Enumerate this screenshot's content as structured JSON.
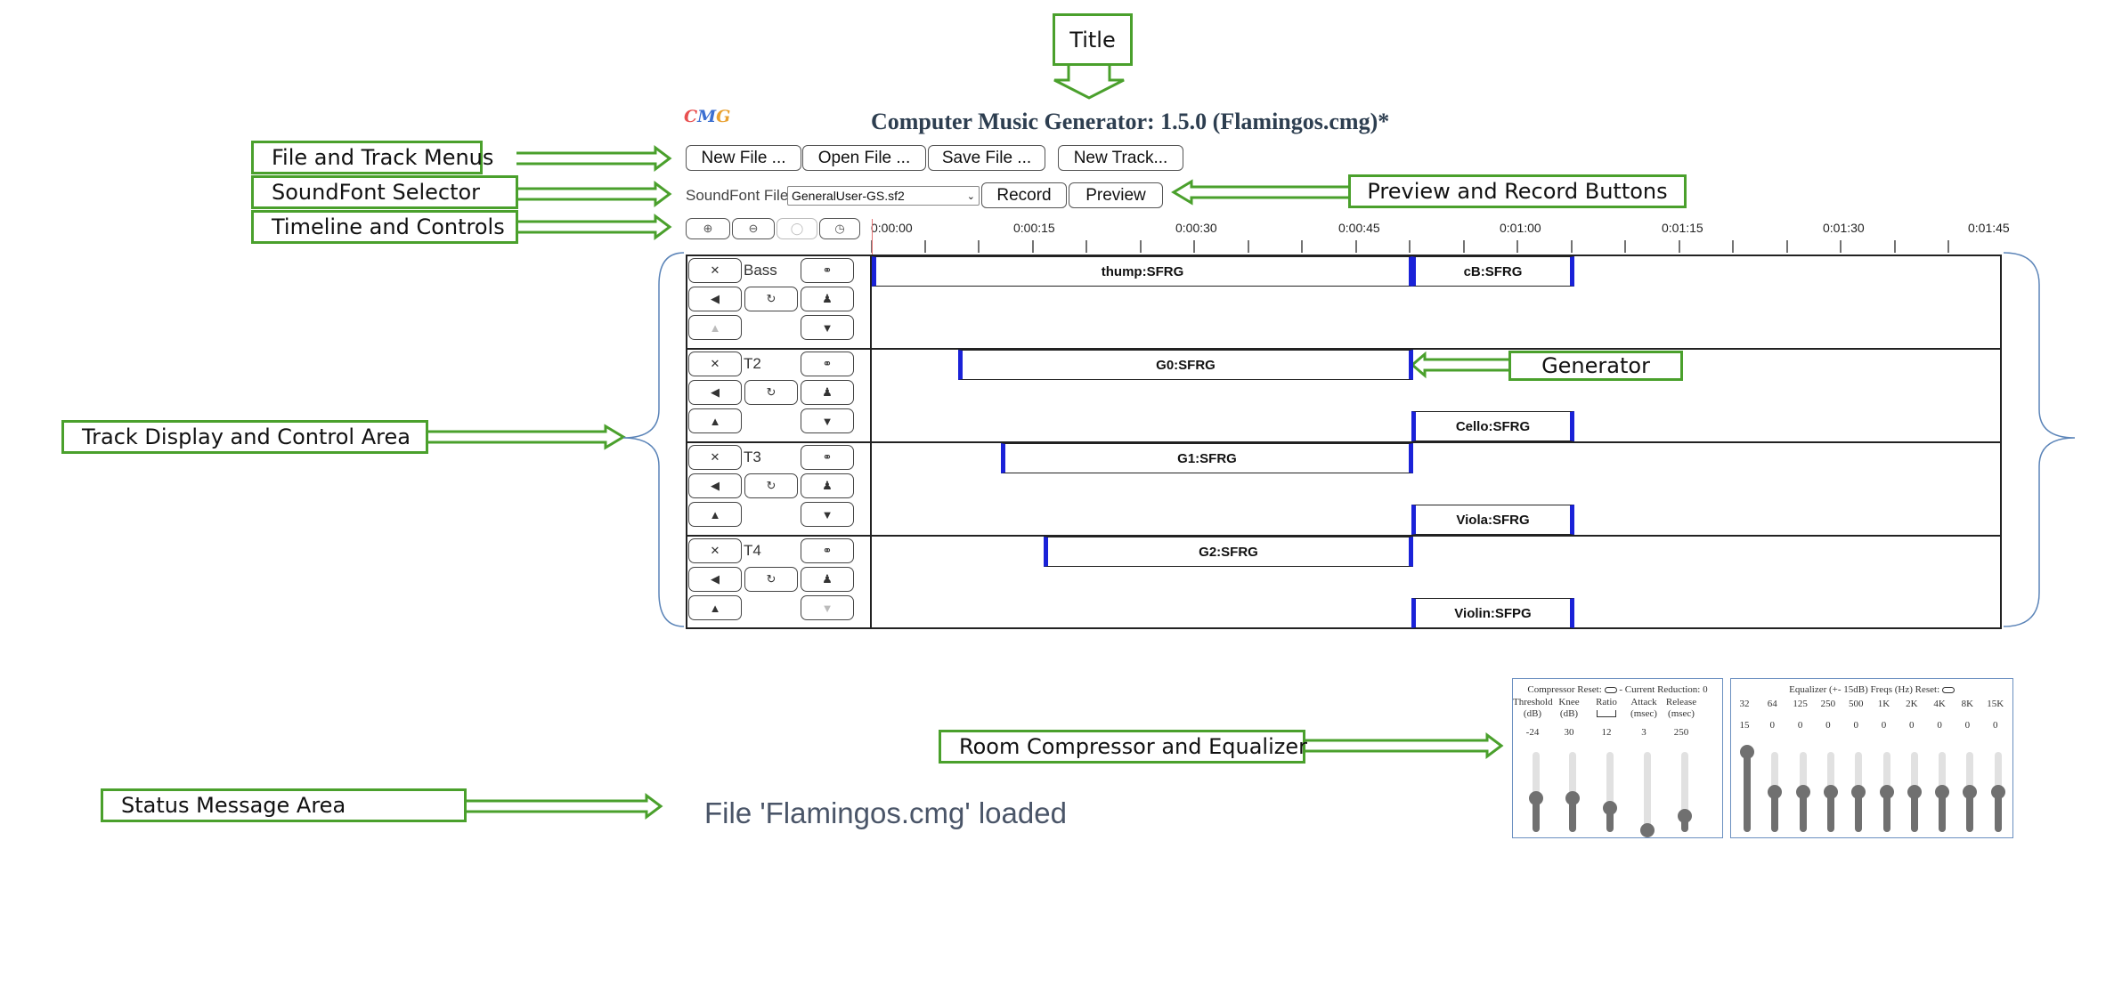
{
  "callouts": {
    "title": "Title",
    "file_track_menus": "File and Track Menus",
    "soundfont_selector": "SoundFont Selector",
    "timeline_controls": "Timeline and Controls",
    "preview_record": "Preview and Record Buttons",
    "generator": "Generator",
    "track_display": "Track Display and Control Area",
    "room_comp_eq": "Room Compressor and Equalizer",
    "status_area": "Status Message Area"
  },
  "app": {
    "logo": {
      "c": "C",
      "m": "M",
      "g": "G"
    },
    "title": "Computer Music Generator: 1.5.0 (Flamingos.cmg)*",
    "menu": {
      "new_file": "New File ...",
      "open_file": "Open File ...",
      "save_file": "Save File ...",
      "new_track": "New Track..."
    },
    "soundfont": {
      "label": "SoundFont File:",
      "selected": "GeneralUser-GS.sf2",
      "record": "Record",
      "preview": "Preview"
    },
    "timeline_ticks": [
      "0:00:00",
      "0:00:15",
      "0:00:30",
      "0:00:45",
      "0:01:00",
      "0:01:15",
      "0:01:30",
      "0:01:45"
    ],
    "tracks": [
      {
        "name": "Bass",
        "generators": [
          "thump:SFRG",
          "cB:SFRG"
        ]
      },
      {
        "name": "T2",
        "generators": [
          "G0:SFRG",
          "Cello:SFRG"
        ]
      },
      {
        "name": "T3",
        "generators": [
          "G1:SFRG",
          "Viola:SFRG"
        ]
      },
      {
        "name": "T4",
        "generators": [
          "G2:SFRG",
          "Violin:SFPG"
        ]
      }
    ],
    "status": "File 'Flamingos.cmg' loaded"
  },
  "compressor": {
    "title_left": "Compressor Reset:",
    "title_right": "- Current Reduction: 0",
    "params": [
      {
        "label": "Threshold",
        "unit": "(dB)",
        "value": "-24",
        "level": 0.42
      },
      {
        "label": "Knee",
        "unit": "(dB)",
        "value": "30",
        "level": 0.42
      },
      {
        "label": "Ratio",
        "unit": "",
        "value": "12",
        "level": 0.3
      },
      {
        "label": "Attack",
        "unit": "(msec)",
        "value": "3",
        "level": 0.02
      },
      {
        "label": "Release",
        "unit": "(msec)",
        "value": "250",
        "level": 0.2
      }
    ]
  },
  "equalizer": {
    "title_left": "Equalizer (+- 15dB) Freqs (Hz) Reset:",
    "bands": [
      {
        "freq": "32",
        "value": "15",
        "level": 1.0
      },
      {
        "freq": "64",
        "value": "0",
        "level": 0.5
      },
      {
        "freq": "125",
        "value": "0",
        "level": 0.5
      },
      {
        "freq": "250",
        "value": "0",
        "level": 0.5
      },
      {
        "freq": "500",
        "value": "0",
        "level": 0.5
      },
      {
        "freq": "1K",
        "value": "0",
        "level": 0.5
      },
      {
        "freq": "2K",
        "value": "0",
        "level": 0.5
      },
      {
        "freq": "4K",
        "value": "0",
        "level": 0.5
      },
      {
        "freq": "8K",
        "value": "0",
        "level": 0.5
      },
      {
        "freq": "15K",
        "value": "0",
        "level": 0.5
      }
    ]
  }
}
